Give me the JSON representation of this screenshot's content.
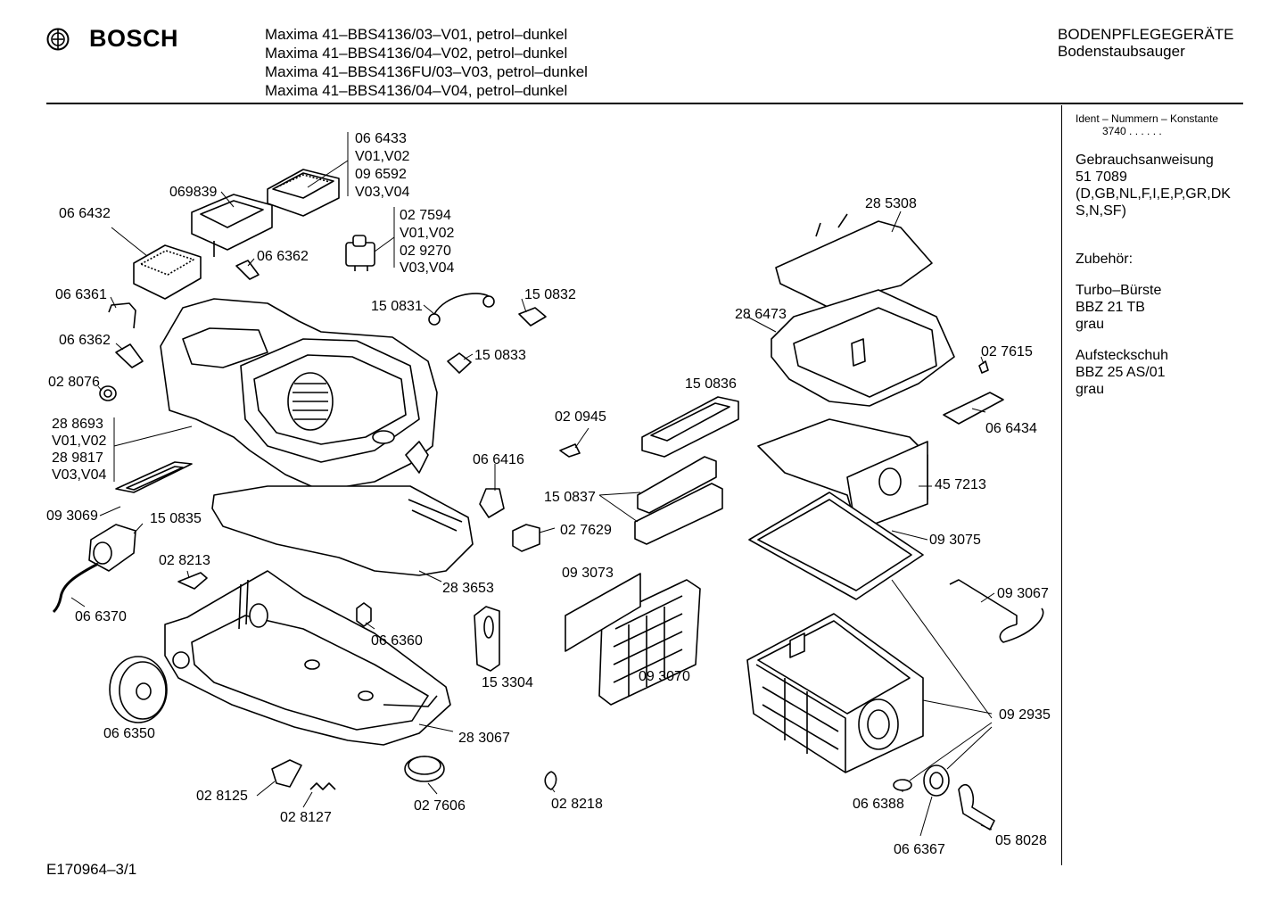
{
  "header": {
    "brand": "BOSCH",
    "models": [
      "Maxima 41–BBS4136/03–V01, petrol–dunkel",
      "Maxima 41–BBS4136/04–V02, petrol–dunkel",
      "Maxima 41–BBS4136FU/03–V03, petrol–dunkel",
      "Maxima 41–BBS4136/04–V04, petrol–dunkel"
    ],
    "category": "BODENPFLEGEGERÄTE",
    "subcategory": "Bodenstaubsauger"
  },
  "sidebar": {
    "ident_title": "Ident – Nummern – Konstante",
    "ident_value": "3740  . .   . . . .",
    "manual_title": "Gebrauchsanweisung",
    "manual_number": "51 7089",
    "manual_langs_1": "(D,GB,NL,F,I,E,P,GR,DK",
    "manual_langs_2": "S,N,SF)",
    "accessories_title": "Zubehör:",
    "acc1_name": "Turbo–Bürste",
    "acc1_model": "BBZ 21 TB",
    "acc1_color": "grau",
    "acc2_name": "Aufsteckschuh",
    "acc2_model": "BBZ 25 AS/01",
    "acc2_color": "grau"
  },
  "parts": {
    "p066433": "06 6433",
    "v0102a": "V01,V02",
    "p096592": "09 6592",
    "v0304a": "V03,V04",
    "p069839": "069839",
    "p066432": "06 6432",
    "p066362a": "06 6362",
    "p027594": "02 7594",
    "v0102b": "V01,V02",
    "p029270": "02 9270",
    "v0304b": "V03,V04",
    "p285308": "28 5308",
    "p066361": "06 6361",
    "p150831": "15 0831",
    "p150832": "15 0832",
    "p286473": "28 6473",
    "p066362b": "06 6362",
    "p150833": "15 0833",
    "p027615": "02 7615",
    "p028076": "02 8076",
    "p150836": "15 0836",
    "p066434": "06 6434",
    "p288693": "28 8693",
    "v0102c": "V01,V02",
    "p289817": "28 9817",
    "v0304c": "V03,V04",
    "p020945": "02 0945",
    "p066416": "06 6416",
    "p457213": "45 7213",
    "p150837": "15 0837",
    "p093069": "09 3069",
    "p150835": "15 0835",
    "p027629": "02 7629",
    "p093075": "09 3075",
    "p028213": "02 8213",
    "p093073": "09 3073",
    "p283653": "28 3653",
    "p093067": "09 3067",
    "p066370": "06 6370",
    "p066360": "06 6360",
    "p093070": "09 3070",
    "p153304": "15 3304",
    "p092935": "09 2935",
    "p066350": "06 6350",
    "p283067": "28 3067",
    "p028125": "02 8125",
    "p028127": "02 8127",
    "p027606": "02 7606",
    "p028218": "02 8218",
    "p066388": "06 6388",
    "p066367": "06 6367",
    "p058028": "05 8028"
  },
  "footer": {
    "drawing_id": "E170964–3/1"
  }
}
